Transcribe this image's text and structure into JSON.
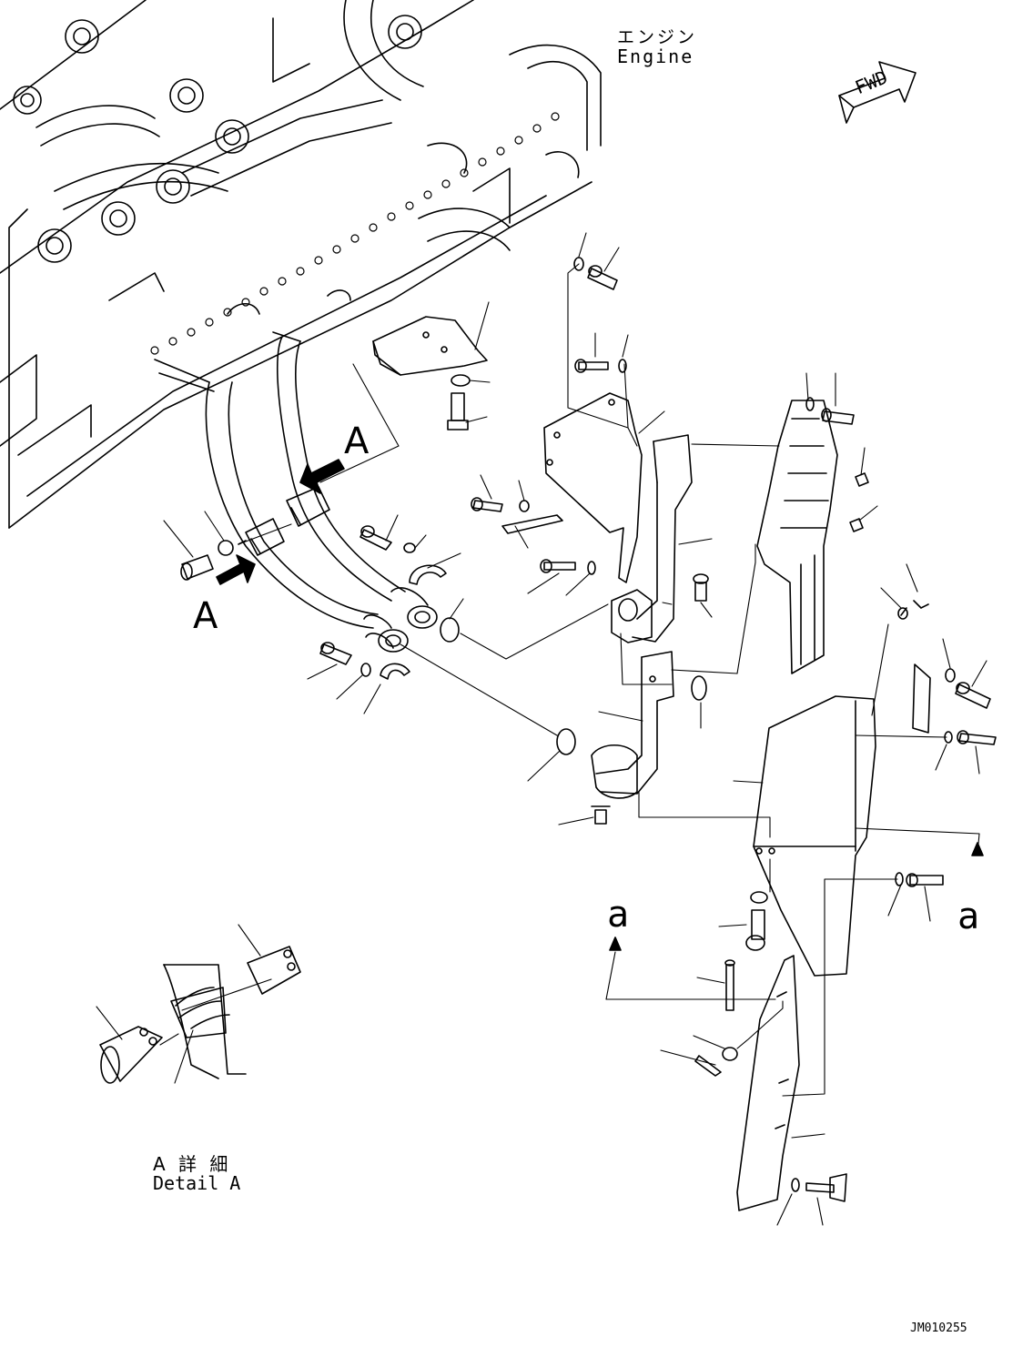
{
  "engine_label": {
    "jp": "エンジン",
    "en": "Engine"
  },
  "fwd_label": "FWD",
  "view_markers": {
    "upper": "A",
    "lower": "A"
  },
  "detail_label": {
    "jp": "A 詳 細",
    "en": "Detail A"
  },
  "ref_markers": {
    "left": "a",
    "right": "a"
  },
  "drawing_code": "JM010255"
}
